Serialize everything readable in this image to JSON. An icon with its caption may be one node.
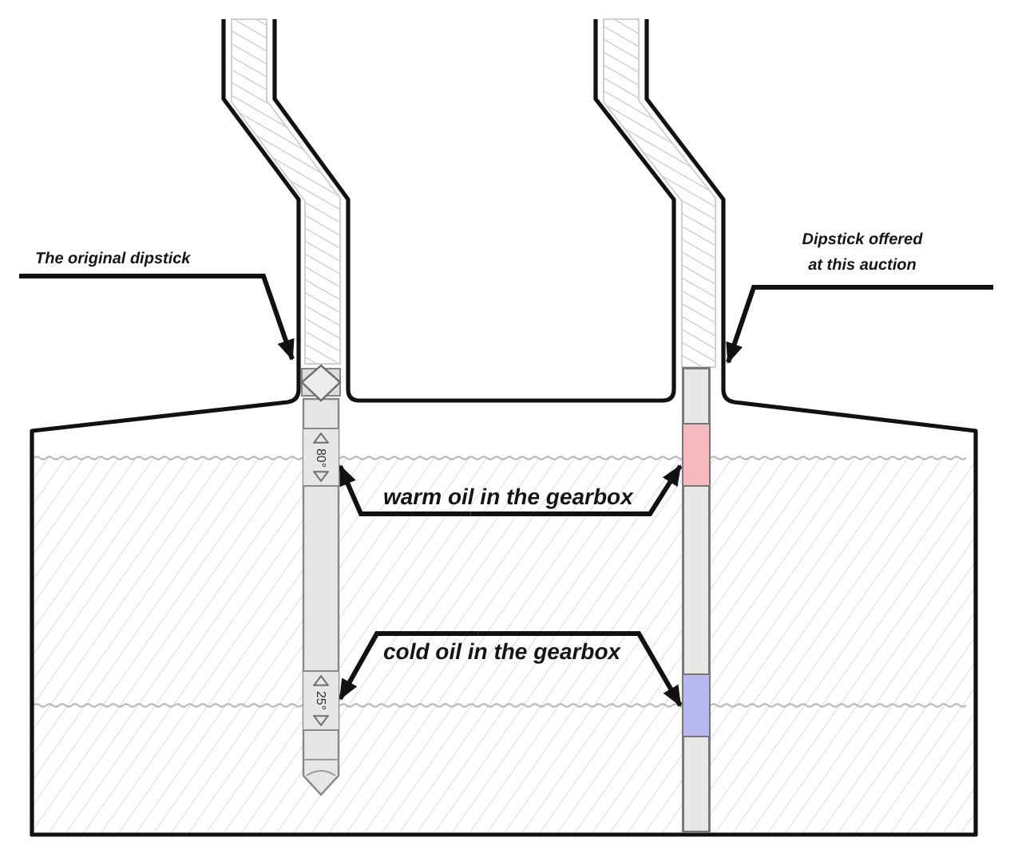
{
  "diagram": {
    "nodes": [
      {
        "text": [
          "The original dipstick"
        ]
      },
      {
        "text": [
          "Dipstick offered at this auction"
        ]
      },
      {
        "text": [
          "warm oil in the gearbox"
        ]
      },
      {
        "text": [
          "cold oil in the gearbox"
        ]
      },
      {
        "text": [],
        "shape": "bar"
      },
      {
        "text": [],
        "shape": "bar"
      },
      {
        "text": [
          "80°"
        ],
        "in": 4
      },
      {
        "text": [],
        "shape": "bar",
        "in": 5
      },
      {
        "text": [
          "25°"
        ],
        "in": 4
      },
      {
        "text": [],
        "shape": "bar",
        "in": 5
      }
    ],
    "edges": [
      {
        "from": 0,
        "to": 4,
        "arrow": "to"
      },
      {
        "from": 1,
        "to": 5,
        "arrow": "to"
      },
      {
        "from": 2,
        "to": 6,
        "arrow": "to"
      },
      {
        "from": 2,
        "to": 7,
        "arrow": "to"
      },
      {
        "from": 3,
        "to": 8,
        "arrow": "to"
      },
      {
        "from": 3,
        "to": 9,
        "arrow": "to"
      }
    ]
  }
}
